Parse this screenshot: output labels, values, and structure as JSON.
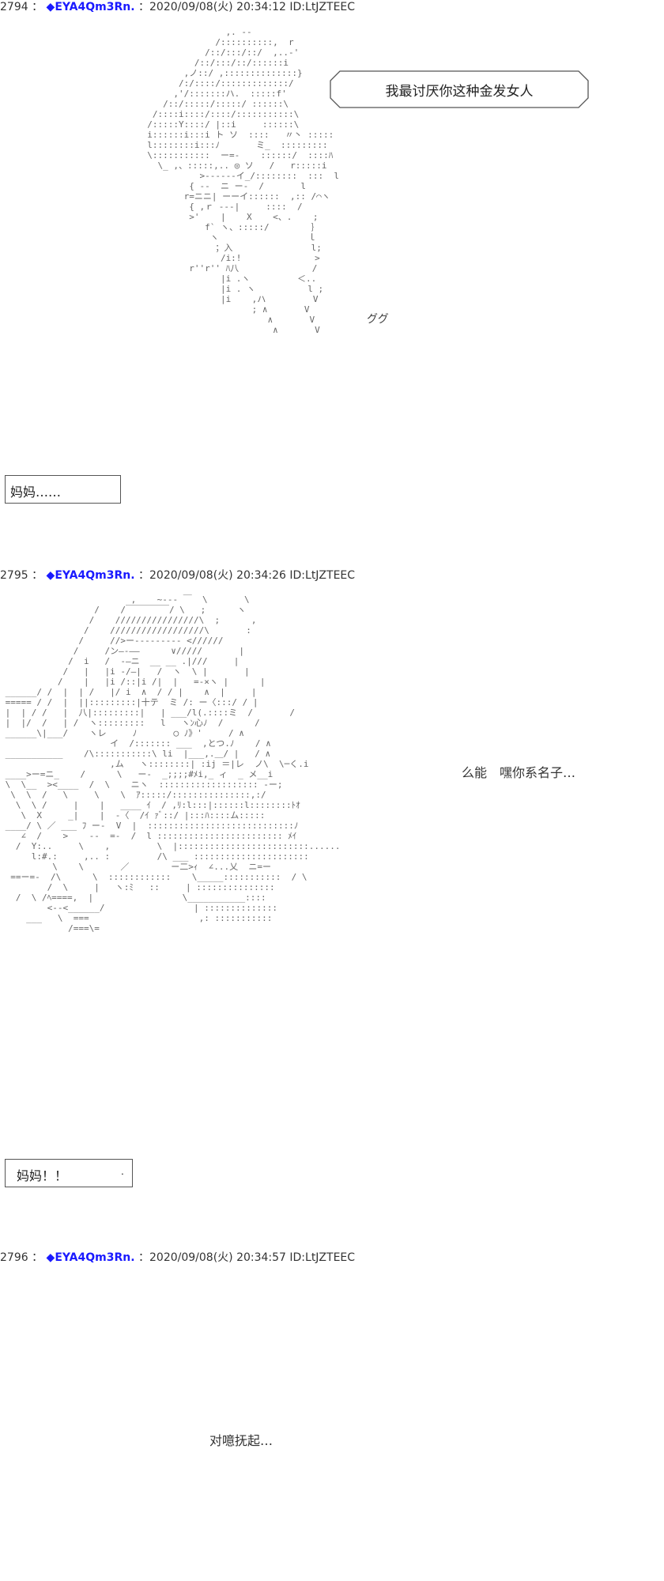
{
  "posts": [
    {
      "number": "2794",
      "separator": "：",
      "trip": "◆EYA4Qm3Rn.",
      "meta": "：2020/09/08(火) 20:34:12 ID:LtJZTEEC",
      "speech_bubble": "我最讨厌你这种金发女人",
      "sound_effect": "ググ",
      "caption_box": "妈妈……"
    },
    {
      "number": "2795",
      "separator": "：",
      "trip": "◆EYA4Qm3Rn.",
      "meta": "：2020/09/08(火) 20:34:26 ID:LtJZTEEC",
      "side_text": "么能　嘿你系名子…",
      "caption_box": "妈妈！！",
      "caption_mark": "."
    },
    {
      "number": "2796",
      "separator": "：",
      "trip": "◆EYA4Qm3Rn.",
      "meta": "：2020/09/08(火) 20:34:57 ID:LtJZTEEC",
      "narration": "对噫抚起…"
    }
  ],
  "ascii_art": {
    "figure_1": "                         ,. --\n                       /::::::::::,  r\n                     /::/:::/::/  ,..-'\n                   /::/:::/::/::::::i\n                 ,ノ::/ ,::::::::::::::}\n                /:/::::/:::::::::::::/\n               ,'/:::::::ハ.  :::::f'\n             /::/:::::/:::::/ ::::::\\\n           /::::i::::/::::/:::::::::::\\\n          /:::::Y::::/ |::i     ::::::\\\n          i::::::i:::i ト ソ  ::::   〃丶 :::::\n          l::::::::i:::ﾉ       ミ_  :::::::::\n          \\:::::::::::  ー=-    ::::::/  ::::ﾊ\n            \\_ ,、:::::,.. ◎ ソ   /   r:::::i\n                    >------イ_/::::::::  :::  l\n                  { --  ニ ー-  /       l\n                 r=ニニ| ーーイ::::::  ,:: /⌒ヽ\n                  { ,ｒ ---|     ::::  /\n                  >'    |    X    <、.    ;\n                     f` ヽ、:::::/        ｝\n                      ヽ                 ｌ\n                       ；入               l;\n                        /i:!              >\n                  r''r'' ﾊ八              /\n                        |i .ヽ         ＜..\n                        |i . ヽ          l ;\n                        |i    ,ハ         V\n                              ; ∧       V\n                                 ∧       V\n                                  ∧       V",
    "figure_2": "                         ,    ~--- ￣  \\       \\\n                  /    /￣￣￣￣￣/ \\   ;      ヽ\n                 /    ////////////////\\  ;      ,\n                /    //////////////////\\       :\n               /     //>ー--------- <//////\n              /     /ン―-――      ∨/////       |\n             /  i   /  -―ニ  __ __ .|///     |\n            /   |   |i -/―|   /  ヽ  \\ |       |\n           /    |   |i /::|i /|  |   =-×ヽ |      |\n ______/ /  |  | /   |/ i  ∧  / / |    ∧  |     |\n ===== / /  |  ||:::::::::|十テ  ミ /: ー〈:::/ / |\n |  | / /   |  八|:::::::::|   | ___/l(.::::ミ  /       /\n |  |/  /   | /  ヽ:::::::::   l   ヽﾝ心ﾉ  /      /\n ______\\|___/    ヽレ     ﾉ       ◯ ﾉ》'     / ∧\n                     イ  /::::::: ___  ,とつ.ﾉ    / ∧\n ___________    /\\:::::::::::\\ li  |___,.＿/ |   / ∧\n                     ,ム   ヽ::::::::| :ij ＝|レ  ノ\\  \\─く.i\n ____>ー=ニ_    /      \\   ー-  _;;;;#ﾒi,_ ィ  _ メ__i\n \\  \\__  ><____  /  \\    ニヽ  ::::::::::::::::::: -ー;\n  \\  \\  /   \\     \\    \\  ｱ:::::/:::::::::::::::,:/\n   \\  \\ /     |    |   ____ ｲ  / ,ﾘ:l:::|::::::l::::::::ﾄｵ\n    \\  X     _|    |  -〈  /ｲ ｧﾞ::/ |:::ﾊ::::ム:::::\n ____/ \\ ／ ___ ﾌ ー-  V  |  ::::::::::::::::::::::::::::ﾉ\n    ∠  /    >    --  =-  /  l :::::::::::::::::::::::: ﾒｲ\n   /  Y:..     \\    ,         \\  |:::::::::::::::::::::::::......\n      l:#.:     ,.. :         /\\ ___ ::::::::::::::::::::::\n          \\    \\       ／        ー二>ｨ  ∠...乂  ニ=ー\n  ==ー=-  /\\      \\  ::::::::::::    \\_____:::::::::::  / \\\n         /  \\     |   ヽ:ﾐ   ::     | :::::::::::::::\n   /  \\ /ﾍ====,  |                 \\___________::::\n         <--<______/                 | ::::::::::::::\n     ___   \\  ===                     ,: :::::::::::\n             /===\\="
  }
}
